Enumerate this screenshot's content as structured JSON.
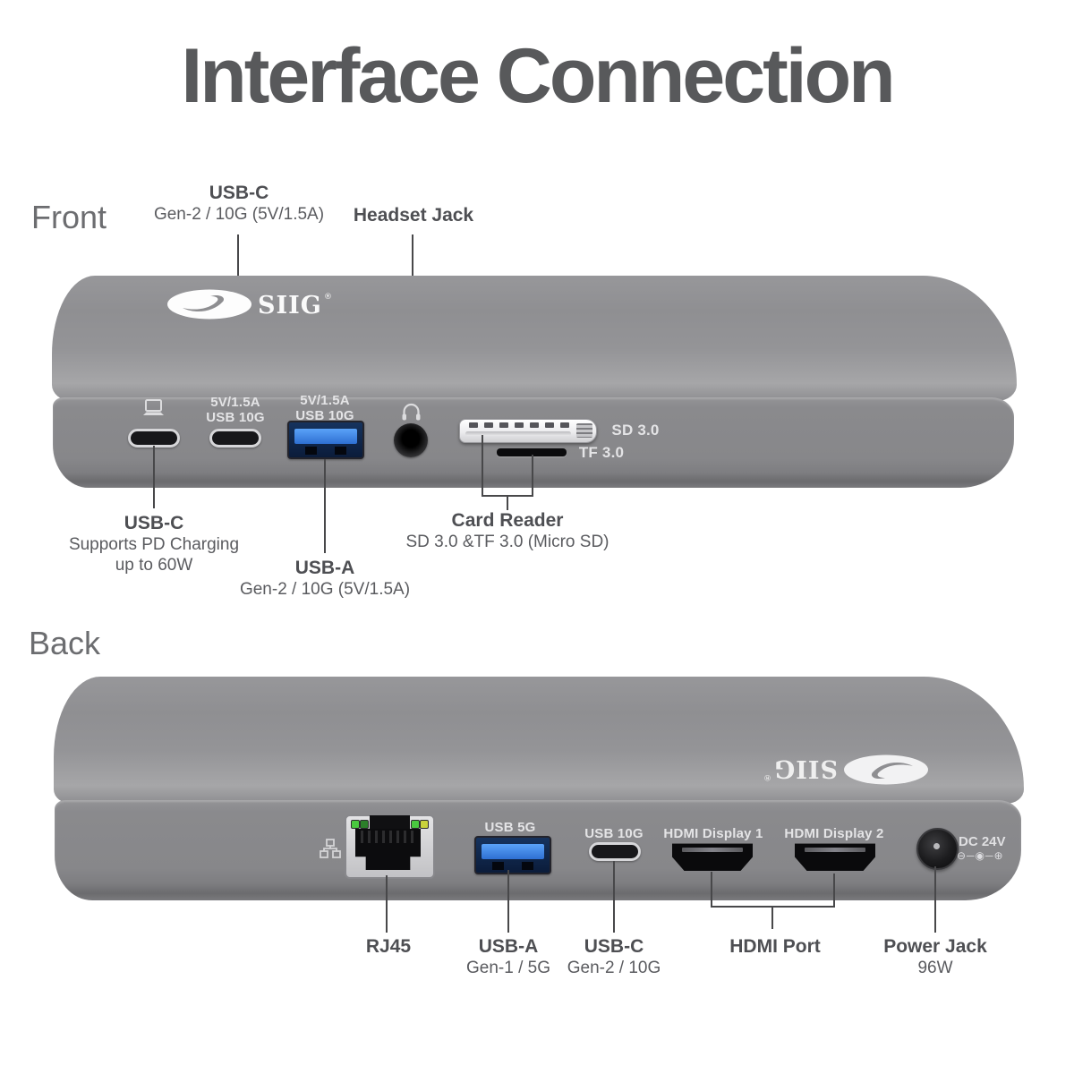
{
  "title": "Interface Connection",
  "logo": {
    "text": "SIIG",
    "reg": "®"
  },
  "front": {
    "section_label": "Front",
    "top": {
      "usbc": {
        "title": "USB-C",
        "sub": "Gen-2 / 10G (5V/1.5A)"
      },
      "headset": {
        "title": "Headset Jack"
      }
    },
    "device": {
      "usbc2_l1": "5V/1.5A",
      "usbc2_l2": "USB 10G",
      "usba_l1": "5V/1.5A",
      "usba_l2": "USB 10G",
      "sd": "SD 3.0",
      "tf": "TF 3.0"
    },
    "bottom": {
      "usbc": {
        "title": "USB-C",
        "sub1": "Supports PD Charging",
        "sub2": "up to 60W"
      },
      "usba": {
        "title": "USB-A",
        "sub": "Gen-2 / 10G (5V/1.5A)"
      },
      "card": {
        "title": "Card Reader",
        "sub": "SD 3.0 &TF 3.0 (Micro SD)"
      }
    }
  },
  "back": {
    "section_label": "Back",
    "device": {
      "usb5g": "USB 5G",
      "usb10g": "USB 10G",
      "hdmi1": "HDMI Display 1",
      "hdmi2": "HDMI Display 2",
      "dc": "DC 24V",
      "polarity": "⊖─◉─⊕"
    },
    "bottom": {
      "rj45": {
        "title": "RJ45"
      },
      "usba": {
        "title": "USB-A",
        "sub": "Gen-1 / 5G"
      },
      "usbc": {
        "title": "USB-C",
        "sub": "Gen-2 / 10G"
      },
      "hdmi": {
        "title": "HDMI Port"
      },
      "power": {
        "title": "Power Jack",
        "sub": "96W"
      }
    }
  },
  "colors": {
    "usb_blue": "#2e6fd2",
    "body_gray": "#8b8b8e",
    "leader_line": "#48484a",
    "text_gray": "#58595b"
  }
}
